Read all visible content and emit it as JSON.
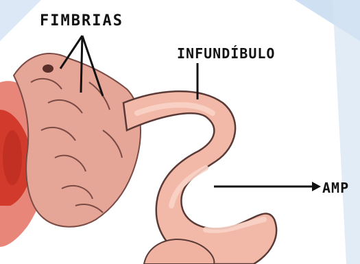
{
  "labels": {
    "fimbrias": "FIMBRIAS",
    "infundibulo": "INFUNDÍBULO",
    "ampola": "AMP"
  },
  "colors": {
    "tube_fill": "#f3b9a8",
    "tube_highlight": "#f8d3c6",
    "tube_outline": "#5a3a36",
    "fimbriae_fill": "#d98a7e",
    "ovary_red": "#d23a2b",
    "corner_blue": "#cfe0f3",
    "pointer": "#111111"
  }
}
